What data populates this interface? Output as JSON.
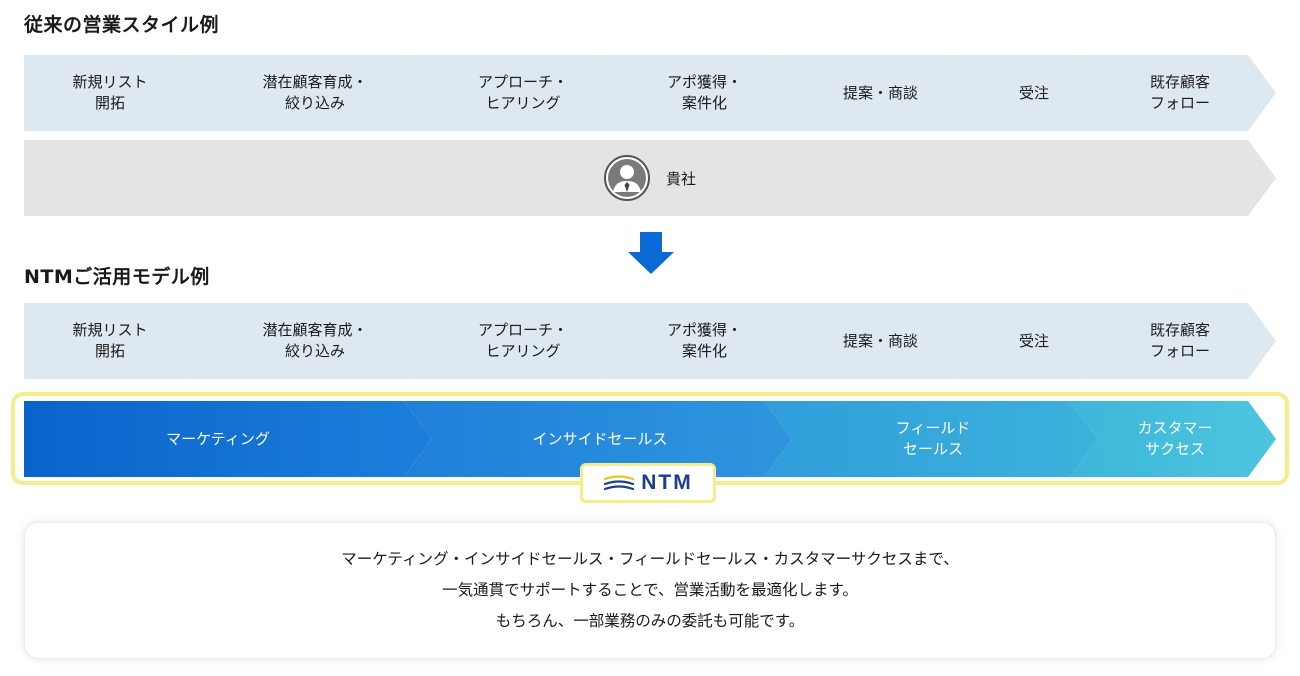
{
  "traditional": {
    "title": "従来の営業スタイル例",
    "steps": [
      "新規リスト\n開拓",
      "潜在顧客育成・\n絞り込み",
      "アプローチ・\nヒアリング",
      "アポ獲得・\n案件化",
      "提案・商談",
      "受注",
      "既存顧客\nフォロー"
    ],
    "owner_label": "貴社",
    "owner_icon": "person-icon"
  },
  "ntm_model": {
    "title": "NTMご活用モデル例",
    "steps": [
      "新規リスト\n開拓",
      "潜在顧客育成・\n絞り込み",
      "アプローチ・\nヒアリング",
      "アポ獲得・\n案件化",
      "提案・商談",
      "受注",
      "既存顧客\nフォロー"
    ],
    "services": [
      "マーケティング",
      "インサイドセールス",
      "フィールド\nセールス",
      "カスタマー\nサクセス"
    ],
    "service_colors": [
      "#0a69cf",
      "#2a86d8",
      "#34a7d9",
      "#44bfdc"
    ],
    "logo_text": "NTM"
  },
  "summary": {
    "lines": [
      "マーケティング・インサイドセールス・フィールドセールス・カスタマーサクセスまで、",
      "一気通貫でサポートすることで、営業活動を最適化します。",
      "もちろん、一部業務のみの委託も可能です。"
    ]
  },
  "colors": {
    "step_bg": "#dde8f1",
    "client_bar": "#e4e4e4",
    "arrow": "#0a6ad6",
    "highlight_border": "#f7ec8c",
    "logo": "#1b3f8a"
  }
}
